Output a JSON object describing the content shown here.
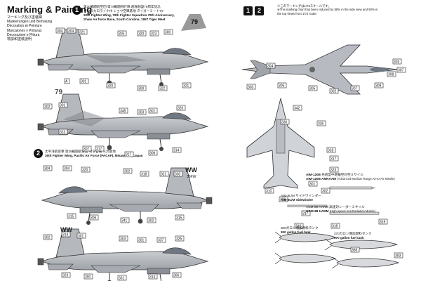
{
  "header": {
    "title": "Marking & Painting",
    "languages": [
      "マーキング及び塗装図",
      "Markierungen und Bemalung",
      "Décoration et Peinture",
      "Marcaiones y Pinturas",
      "Decorazioni e Pittura",
      "標誌和塗裝說明"
    ]
  },
  "section1": {
    "number": "1",
    "jp_line1": "第20戦闘航空団 第79戦闘飛行隊 創隊創設79周年記念",
    "jp_line2": "サウスカロライナ州 ショウ空軍基地 タイガーミート'97",
    "en_line1": "20th Fighter Wing, 79th Fighter Squadron 79th Anniversary,",
    "en_line2": "Shaw Air force Base, South Carolina, 1997 Tiger Meet"
  },
  "section2": {
    "number": "2",
    "jp_line1": "太平洋航空軍 第35戦闘航空団 司令官機 三沢基地",
    "en_line1": "35th Fighter Wing, Pacific Air Force (PACAF), Misawa AB, Japan"
  },
  "right_panel": {
    "badges": [
      "1",
      "2"
    ],
    "note_lines": [
      "※このマーキングは1/72スケールです。",
      "※This marking chart has been reduced by 88% in the side view and 50% in",
      "  the top views from 1/72 scale."
    ]
  },
  "tail_codes": {
    "tiger_tail": "79",
    "ww": "WW",
    "ww_sub": "35FW"
  },
  "callouts": {
    "side1": [
      "304",
      "304",
      "321",
      "305",
      "320",
      "323",
      "300",
      "A",
      "301",
      "320",
      "300",
      "322",
      "321"
    ],
    "side2": [
      "302",
      "301",
      "345",
      "303",
      "301",
      "326",
      "323",
      "307",
      "317",
      "317",
      "306",
      "314"
    ],
    "side3": [
      "304",
      "304",
      "320",
      "302",
      "318",
      "321",
      "330",
      "315",
      "306",
      "341",
      "302",
      "315"
    ],
    "side4": [
      "302",
      "314",
      "301",
      "303",
      "301",
      "337",
      "325",
      "323",
      "300",
      "331",
      "314",
      "306"
    ],
    "top": [
      "303",
      "304",
      "305",
      "305",
      "302",
      "307",
      "309",
      "308",
      "307",
      "303"
    ],
    "bottom": [
      "342",
      "336",
      "336",
      "318",
      "317",
      "323",
      "310",
      "300",
      "301",
      "302"
    ]
  },
  "legend": [
    {
      "num": "AIM-120B",
      "jp": "先進型中距離空対空ミサイル",
      "en": "AIM-120B AMRAAM",
      "sub": "(Advanced Medium Range Air-to-Air Missile)"
    },
    {
      "num": "AIM-9L/M",
      "jp": "AIM-9L/M サイドワインダー",
      "en": "AIM-9L/M Sidewinder",
      "sub": ""
    },
    {
      "num": "AGM-88",
      "jp": "AGM-88 HARM 高速対レーダーミサイル",
      "en": "AGM-88 HARM",
      "sub": "(High-speed Anti-Radiation Missile)"
    },
    {
      "num": "300",
      "jp": "300ガロン増加燃料タンク",
      "en": "300 gallon fuel tank",
      "sub": ""
    },
    {
      "num": "370",
      "jp": "370ガロン増加燃料タンク",
      "en": "370 gallon fuel tank",
      "sub": ""
    }
  ],
  "legend_numbers": [
    "317",
    "316",
    "318",
    "319",
    "355",
    "303"
  ]
}
